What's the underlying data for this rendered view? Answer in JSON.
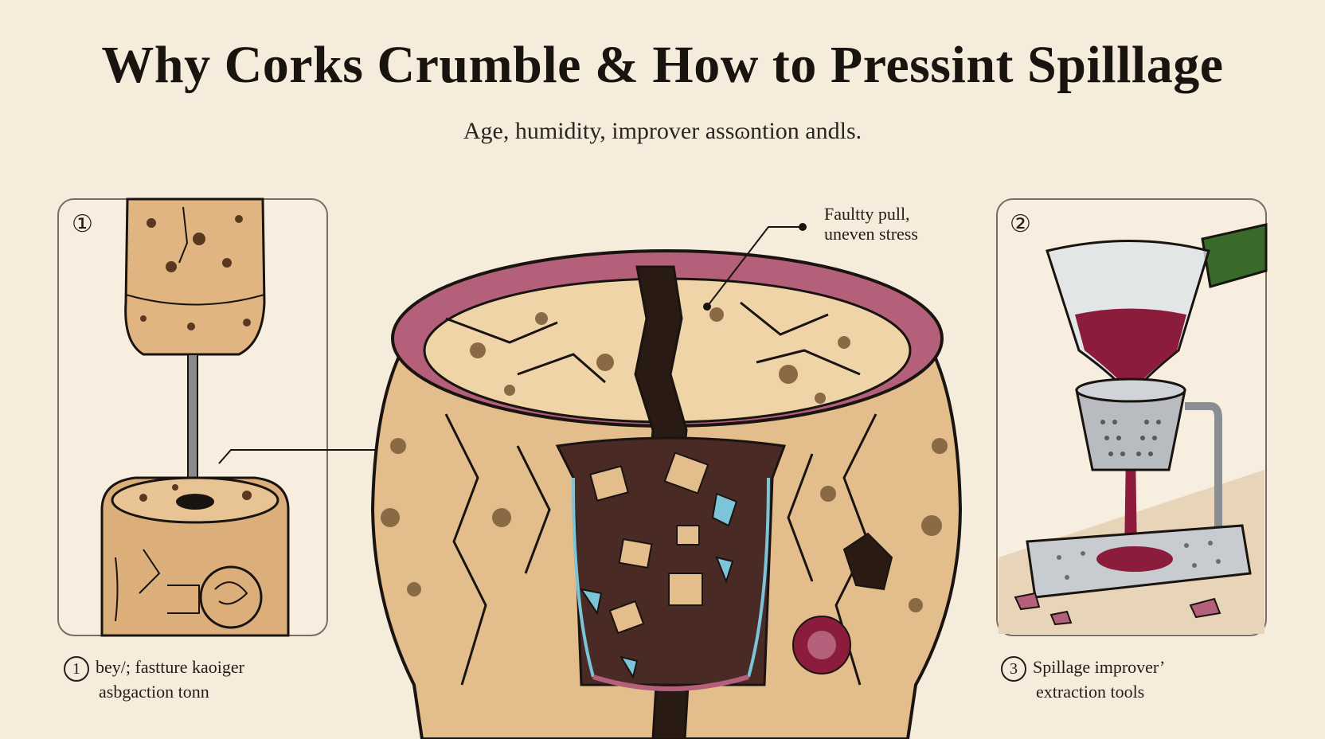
{
  "title": "Why Corks Crumble & How to Pressint Spilllage",
  "subtitle": "Age, humidity, improver assɷntion andls.",
  "panels": {
    "left_badge": "①",
    "right_badge": "②"
  },
  "callout": {
    "line1": "Faultty pull,",
    "line2": "uneven stress"
  },
  "captions": {
    "left_num": "1",
    "left_line1": "bey/; fastture kaoiger",
    "left_line2": "asbgaction tonn",
    "right_num": "3",
    "right_line1": "Spillage improver’",
    "right_line2": "extraction tools"
  },
  "colors": {
    "background": "#f6ecdc",
    "cork": "#e3bd8c",
    "cork_dark": "#c99a66",
    "wine": "#8c1c3c",
    "stain": "#b4607a",
    "crack": "#1a1410",
    "accent_blue": "#7cc4d8"
  }
}
